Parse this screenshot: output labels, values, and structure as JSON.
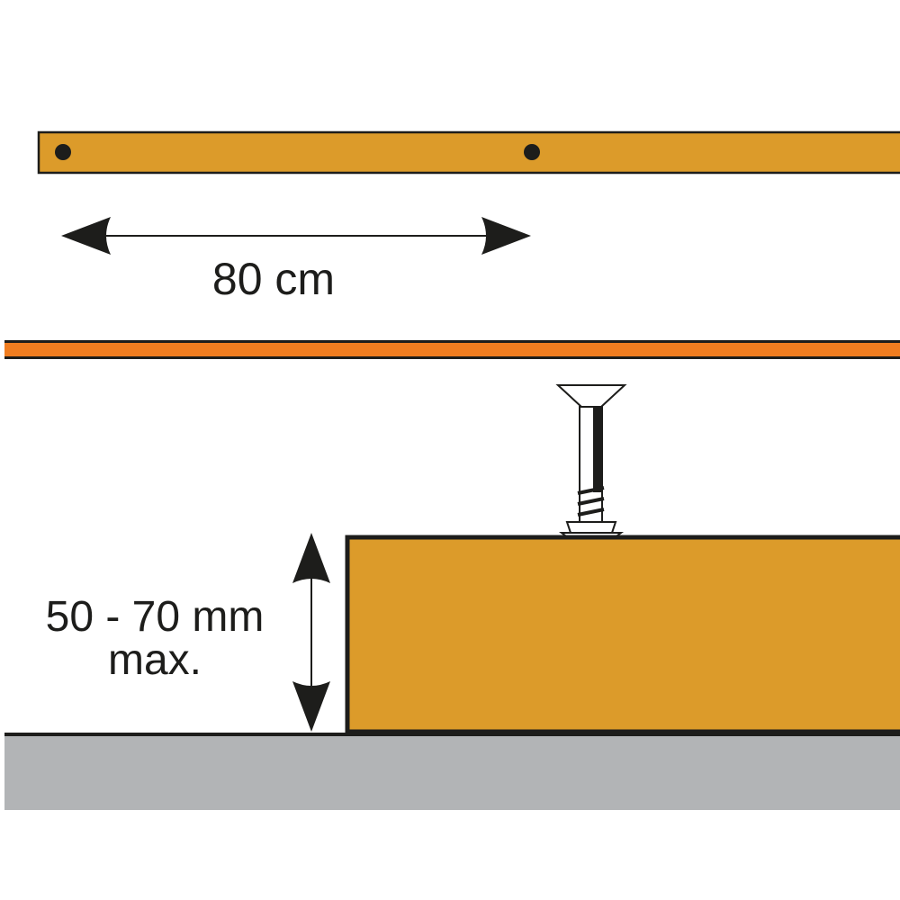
{
  "spacing_label": "80 cm",
  "height_label": {
    "line1": "50 - 70 mm",
    "line2": "max."
  },
  "colors": {
    "wood": "#dc9b2a",
    "accent_orange": "#f07d20",
    "outline": "#1d1d1b",
    "ground": "#b2b4b6",
    "screw_fill": "#ffffff"
  }
}
